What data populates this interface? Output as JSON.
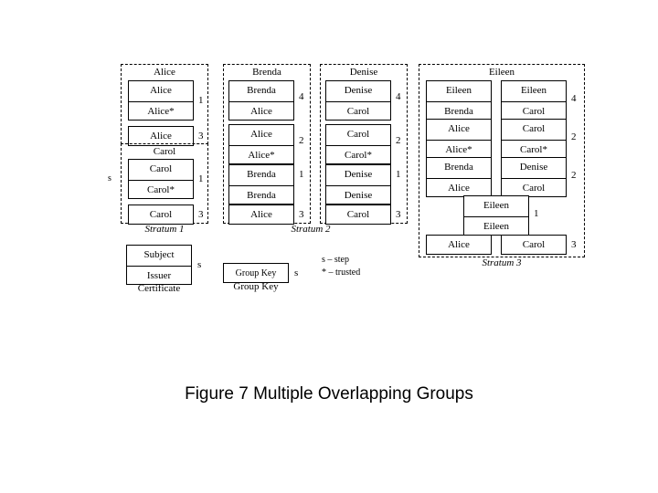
{
  "figure": {
    "caption": "Figure 7 Multiple Overlapping Groups"
  },
  "legend": {
    "certificate": {
      "subject_label": "Subject",
      "issuer_label": "Issuer",
      "caption": "Certificate",
      "step_marker": "s"
    },
    "group_key": {
      "box_label": "Group Key",
      "caption": "Group Key",
      "step_marker": "s"
    },
    "notes": [
      "s – step",
      "* – trusted"
    ],
    "left_step_marker": "s"
  },
  "strata": [
    {
      "id": "stratum-1",
      "label": "Stratum 1",
      "groups": [
        {
          "id": "group-alice",
          "title": "Alice",
          "items": [
            {
              "type": "certificate",
              "subject": "Alice",
              "issuer": "Alice*",
              "step": "1"
            },
            {
              "type": "group-key",
              "key": "Alice",
              "step": "3"
            }
          ]
        },
        {
          "id": "group-carol",
          "title": "Carol",
          "items": [
            {
              "type": "certificate",
              "subject": "Carol",
              "issuer": "Carol*",
              "step": "1"
            },
            {
              "type": "group-key",
              "key": "Carol",
              "step": "3"
            }
          ]
        }
      ]
    },
    {
      "id": "stratum-2",
      "label": "Stratum 2",
      "groups": [
        {
          "id": "group-brenda",
          "title": "Brenda",
          "items": [
            {
              "type": "certificate",
              "subject": "Brenda",
              "issuer": "Alice",
              "step": "4"
            },
            {
              "type": "certificate",
              "subject": "Alice",
              "issuer": "Alice*",
              "step": "2"
            },
            {
              "type": "certificate",
              "subject": "Brenda",
              "issuer": "Brenda",
              "step": "1"
            },
            {
              "type": "group-key",
              "key": "Alice",
              "step": "3"
            }
          ]
        },
        {
          "id": "group-denise",
          "title": "Denise",
          "items": [
            {
              "type": "certificate",
              "subject": "Denise",
              "issuer": "Carol",
              "step": "4"
            },
            {
              "type": "certificate",
              "subject": "Carol",
              "issuer": "Carol*",
              "step": "2"
            },
            {
              "type": "certificate",
              "subject": "Denise",
              "issuer": "Denise",
              "step": "1"
            },
            {
              "type": "group-key",
              "key": "Carol",
              "step": "3"
            }
          ]
        }
      ]
    },
    {
      "id": "stratum-3",
      "label": "Stratum 3",
      "groups": [
        {
          "id": "group-eileen",
          "title": "Eileen",
          "rows": [
            {
              "step": "4",
              "left": {
                "type": "certificate",
                "subject": "Eileen",
                "issuer": "Brenda"
              },
              "right": {
                "type": "certificate",
                "subject": "Eileen",
                "issuer": "Carol"
              }
            },
            {
              "step": "2",
              "left": {
                "type": "certificate",
                "subject": "Alice",
                "issuer": "Alice*"
              },
              "right": {
                "type": "certificate",
                "subject": "Carol",
                "issuer": "Carol*"
              }
            },
            {
              "step": "2",
              "left": {
                "type": "certificate",
                "subject": "Brenda",
                "issuer": "Alice"
              },
              "right": {
                "type": "certificate",
                "subject": "Denise",
                "issuer": "Carol"
              }
            },
            {
              "step": "1",
              "center": {
                "type": "certificate",
                "subject": "Eileen",
                "issuer": "Eileen"
              }
            },
            {
              "step": "3",
              "left": {
                "type": "group-key",
                "key": "Alice"
              },
              "right": {
                "type": "group-key",
                "key": "Carol"
              }
            }
          ]
        }
      ]
    }
  ]
}
